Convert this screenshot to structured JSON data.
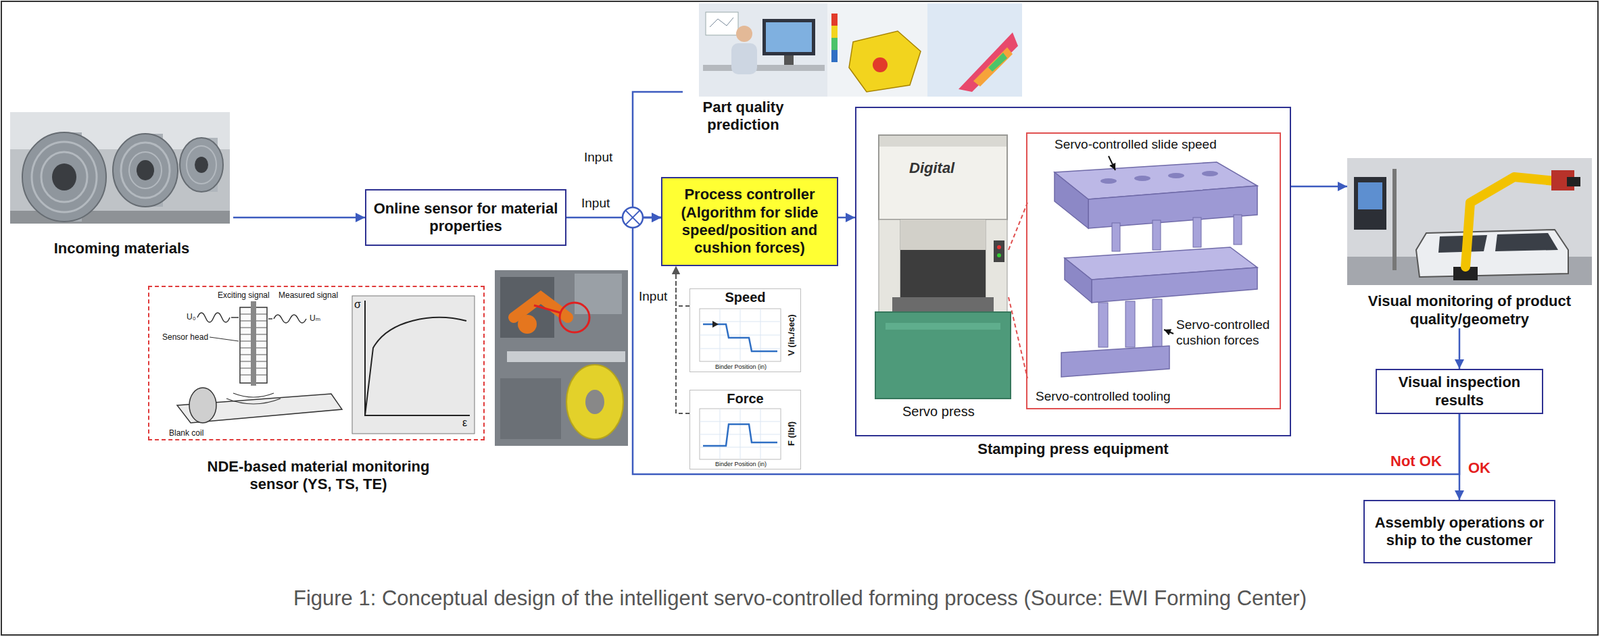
{
  "diagram": {
    "caption": "Figure 1: Conceptual design of the intelligent servo-controlled forming process (Source: EWI Forming Center)",
    "nodes": [
      {
        "text": [
          "Incoming materials"
        ]
      },
      {
        "text": [
          "Online sensor for material properties"
        ]
      },
      {
        "text": [
          "Part quality prediction"
        ]
      },
      {
        "text": [
          "Process controller (Algorithm for slide speed/position and cushion forces)"
        ]
      },
      {
        "text": [
          "NDE-based material monitoring sensor (YS, TS, TE)"
        ]
      },
      {
        "text": [
          "Speed",
          "V (in./sec)",
          "Binder Position (in)"
        ]
      },
      {
        "text": [
          "Force",
          "F (lbf)",
          "Binder Position (in)"
        ]
      },
      {
        "text": [
          "Stamping press equipment"
        ]
      },
      {
        "text": [
          "Servo-controlled slide speed",
          "Servo-controlled cushion forces",
          "Servo-controlled tooling"
        ],
        "in": 7
      },
      {
        "text": [
          "Visual monitoring of product quality/geometry"
        ]
      },
      {
        "text": [
          "Visual inspection results"
        ]
      },
      {
        "text": [
          "Assembly operations or ship to the customer"
        ]
      }
    ],
    "edges": [
      {
        "from": 0,
        "to": 1,
        "arrow": "to"
      },
      {
        "from": 1,
        "to": 3,
        "label": "Input",
        "arrow": "to"
      },
      {
        "from": 2,
        "to": 3,
        "label": "Input",
        "arrow": "to"
      },
      {
        "from": 5,
        "to": 3,
        "label": "Input",
        "arrow": "to"
      },
      {
        "from": 6,
        "to": 3,
        "arrow": "to"
      },
      {
        "from": 3,
        "to": 7,
        "arrow": "to"
      },
      {
        "from": 7,
        "to": 9,
        "arrow": "to"
      },
      {
        "from": 9,
        "to": 10,
        "arrow": "to"
      },
      {
        "from": 10,
        "to": 11,
        "label": "OK",
        "arrow": "to"
      },
      {
        "from": 10,
        "to": 3,
        "label": "Not OK",
        "arrow": "to"
      }
    ],
    "labels": [
      "Digital",
      "Servo press",
      "Exciting signal",
      "Measured signal",
      "Sensor head",
      "Blank coil",
      "U₀",
      "Uₘ",
      "σ",
      "ε"
    ]
  }
}
